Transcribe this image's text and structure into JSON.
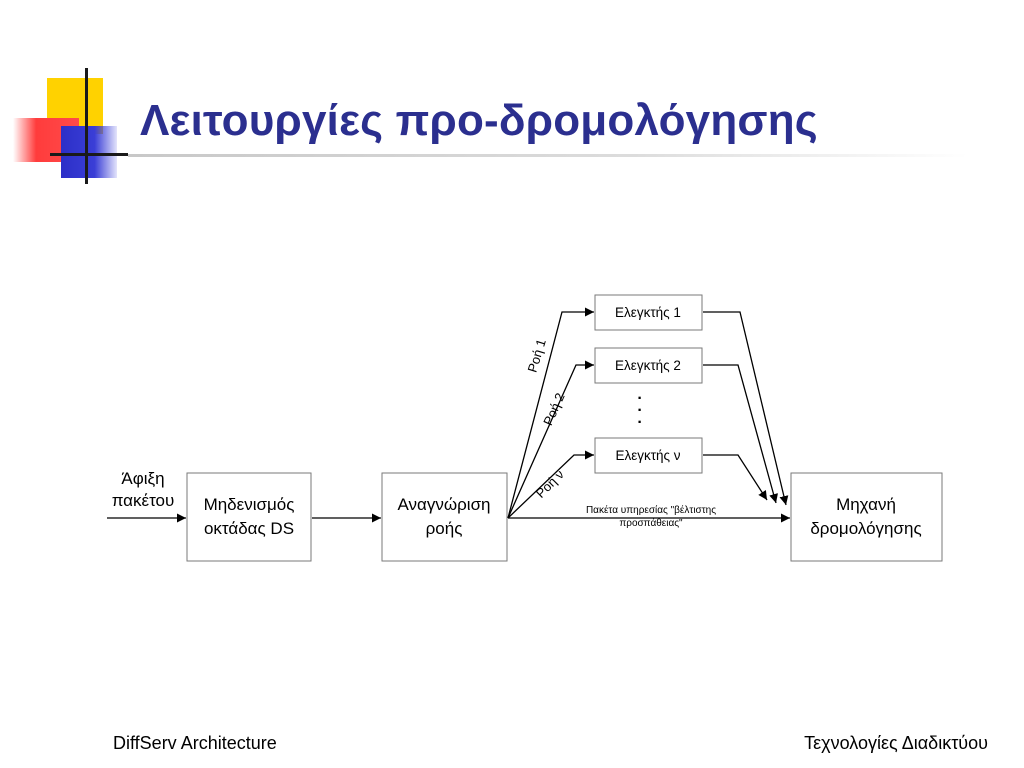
{
  "slide": {
    "title": "Λειτουργίες προ-δρομολόγησης",
    "footer_left": "DiffServ Architecture",
    "footer_right": "Τεχνολογίες Διαδικτύου"
  },
  "diagram": {
    "input_label_1": "Άφιξη",
    "input_label_2": "πακέτου",
    "zeroing_line_1": "Μηδενισμός",
    "zeroing_line_2": "οκτάδας DS",
    "flow_id_line_1": "Αναγνώριση",
    "flow_id_line_2": "ροής",
    "meter_1": "Ελεγκτής 1",
    "meter_2": "Ελεγκτής 2",
    "meter_n": "Ελεγκτής ν",
    "flow_1": "Ροή 1",
    "flow_2": "Ροή 2",
    "flow_n": "Ροή ν",
    "best_effort_line_1": "Πακέτα υπηρεσίας \"βέλτιστης",
    "best_effort_line_2": "προσπάθειας\"",
    "router_line_1": "Μηχανή",
    "router_line_2": "δρομολόγησης",
    "ellipsis": "·"
  }
}
